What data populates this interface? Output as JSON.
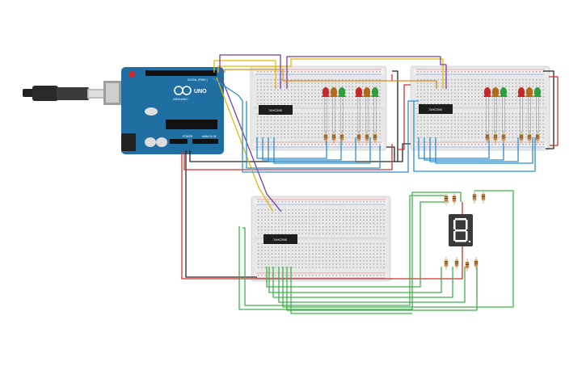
{
  "arduino": {
    "model": "UNO",
    "brand": "ARDUINO",
    "header_digital": "DIGITAL (PWM~)",
    "header_power": "POWER",
    "header_analog": "ANALOG IN",
    "board_color": "#1f6fa3"
  },
  "chips": {
    "top_left": "74HC595",
    "top_right": "74HC595",
    "bottom": "74HC595"
  },
  "display": {
    "digit": "8"
  },
  "leds": {
    "colors": [
      "#c62828",
      "#b06a1a",
      "#2e9e3c"
    ]
  },
  "wire_colors": {
    "red": "#d32f2f",
    "black": "#222222",
    "blue": "#2b8fd0",
    "green": "#3fb04a",
    "yellow": "#e8b800",
    "purple": "#7b3fa0",
    "orange": "#e08a1e"
  },
  "icons": {
    "usb": "usb-plug-icon",
    "arduino_logo": "infinity-logo-icon"
  }
}
